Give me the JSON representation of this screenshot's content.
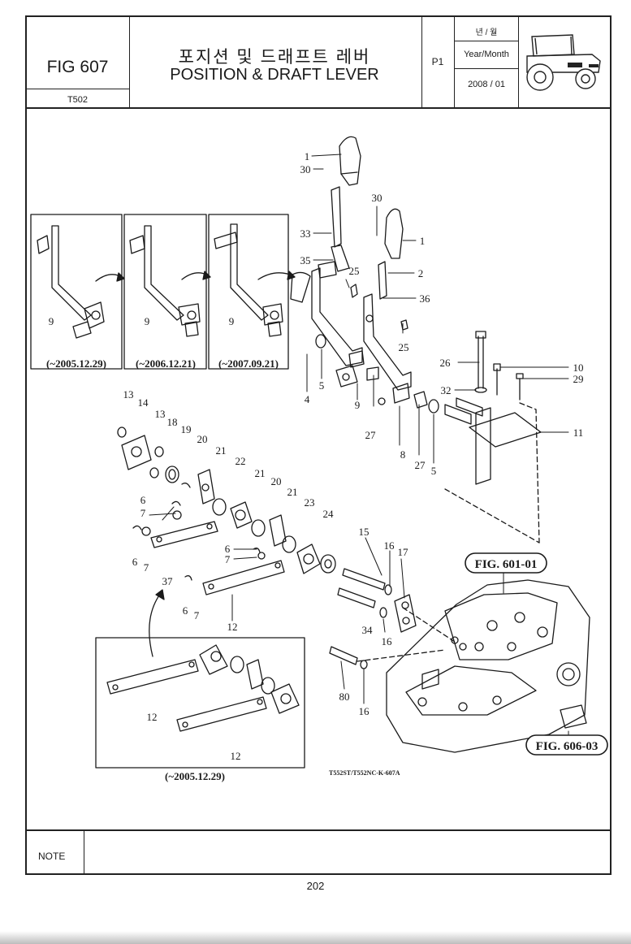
{
  "header": {
    "fig_no": "FIG 607",
    "model": "T502",
    "title_ko": "포지션 및 드래프트 레버",
    "title_en": "POSITION & DRAFT LEVER",
    "page_tag": "P1",
    "year_month_ko": "년 / 월",
    "year_month_en": "Year/Month",
    "year_month_value": "2008 / 01"
  },
  "diagram": {
    "variant_dates": [
      "(~2005.12.29)",
      "(~2006.12.21)",
      "(~2007.09.21)"
    ],
    "lower_variant_date": "(~2005.12.29)",
    "references": [
      "FIG. 601-01",
      "FIG. 606-03"
    ],
    "drawing_code": "T552ST/T552NC-K-607A",
    "callouts": {
      "c1a": "1",
      "c30a": "30",
      "c33": "33",
      "c35": "35",
      "c25a": "25",
      "c30b": "30",
      "c1b": "1",
      "c2": "2",
      "c36": "36",
      "c25b": "25",
      "c26": "26",
      "c10": "10",
      "c29": "29",
      "c32": "32",
      "c11": "11",
      "c4": "4",
      "c5a": "5",
      "c9": "9",
      "c27a": "27",
      "c8": "8",
      "c27b": "27",
      "c5b": "5",
      "v9a": "9",
      "v9b": "9",
      "v9c": "9",
      "c13a": "13",
      "c14": "14",
      "c13b": "13",
      "c18": "18",
      "c19": "19",
      "c20a": "20",
      "c21a": "21",
      "c22": "22",
      "c21b": "21",
      "c20b": "20",
      "c21c": "21",
      "c23": "23",
      "c24": "24",
      "c6a": "6",
      "c7a": "7",
      "c6b": "6",
      "c7b": "7",
      "c6c": "6",
      "c7c": "7",
      "c6d": "6",
      "c7d": "7",
      "c37": "37",
      "c12a": "12",
      "c15": "15",
      "c16a": "16",
      "c17": "17",
      "c34": "34",
      "c16b": "16",
      "c80": "80",
      "c16c": "16",
      "c12b": "12",
      "c12c": "12"
    }
  },
  "footer": {
    "note_label": "NOTE",
    "page_number": "202"
  }
}
